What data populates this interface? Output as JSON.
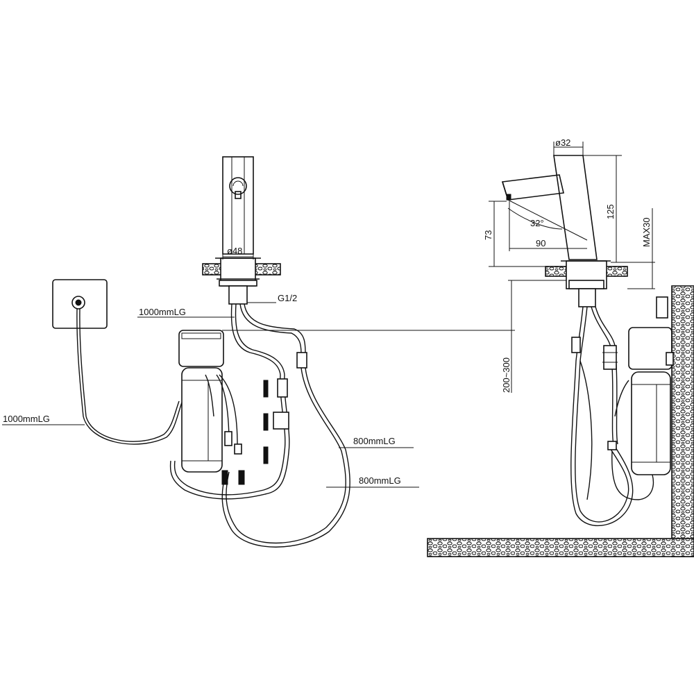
{
  "labels": {
    "diameter_48": "ø48",
    "thread_g12": "G1/2",
    "hose_1000_top": "1000mmLG",
    "hose_1000_left": "1000mmLG",
    "hose_800_a": "800mmLG",
    "hose_800_b": "800mmLG",
    "height_200_300": "200~300",
    "diameter_32": "ø32",
    "height_125": "125",
    "angle_32": "32°",
    "height_73": "73",
    "reach_90": "90",
    "max_30": "MAX30"
  },
  "colors": {
    "line": "#111111",
    "background": "#ffffff"
  }
}
